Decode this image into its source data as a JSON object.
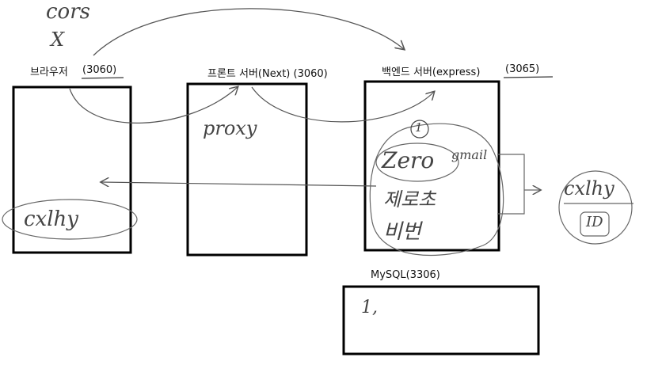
{
  "labels": {
    "browser": "브라우저",
    "browser_port": "(3060)",
    "front": "프론트 서버(Next) (3060)",
    "back": "백엔드 서버(express)",
    "back_port": "(3065)",
    "mysql": "MySQL(3306)"
  },
  "handwriting": {
    "cors": "cors",
    "cors_x": "X",
    "proxy": "proxy",
    "cookie_left": "cxlhy",
    "cookie_right": "cxlhy",
    "cookie_right_sub": "ID",
    "zero": "Zero",
    "gmail": "gmail",
    "korean1": "제로초",
    "korean2": "비번",
    "step": "1",
    "mysql_note": "1,"
  },
  "colors": {
    "stroke": "#000000",
    "pen": "#555555",
    "text": "#111111"
  }
}
